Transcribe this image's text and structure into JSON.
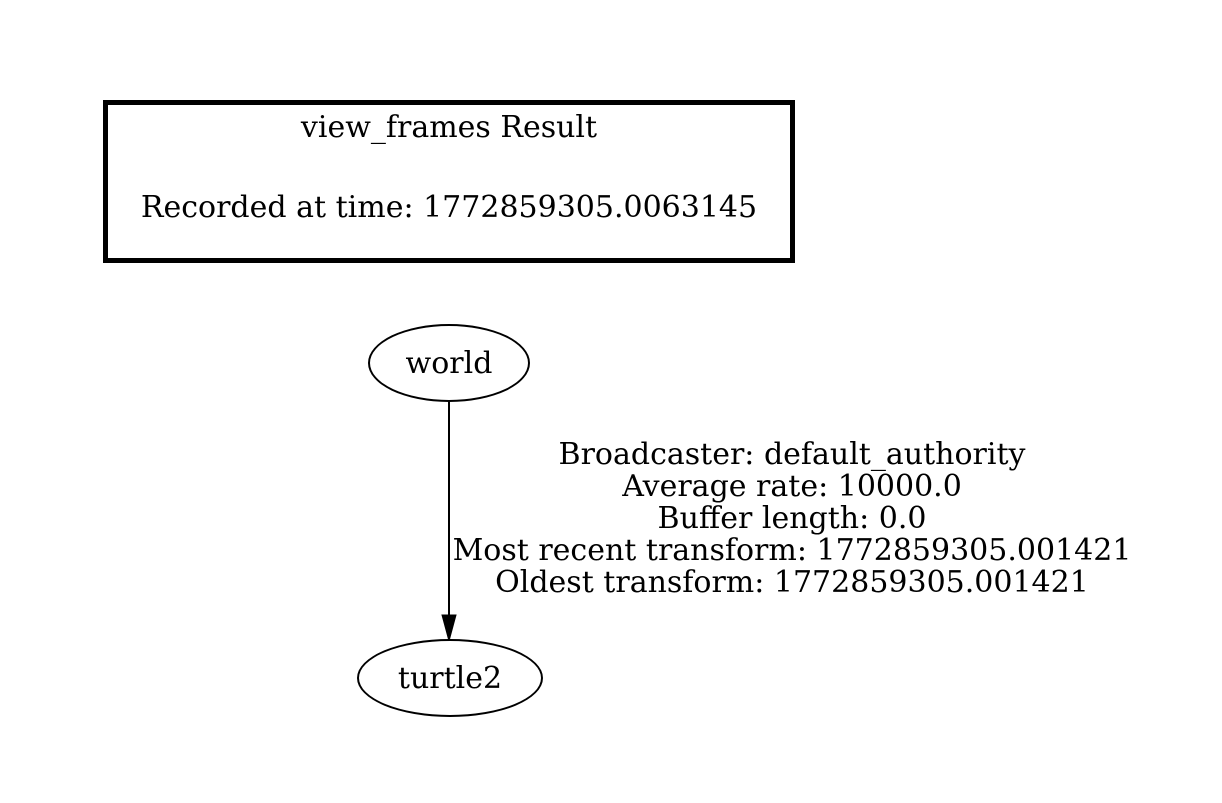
{
  "legend": {
    "title": "view_frames Result",
    "recorded": "Recorded at time: 1772859305.0063145"
  },
  "graph": {
    "nodes": [
      {
        "id": "world",
        "label": "world"
      },
      {
        "id": "turtle2",
        "label": "turtle2"
      }
    ],
    "edge": {
      "from": "world",
      "to": "turtle2",
      "label_lines": [
        "Broadcaster: default_authority",
        "Average rate: 10000.0",
        "Buffer length: 0.0",
        "Most recent transform: 1772859305.001421",
        "Oldest transform: 1772859305.001421"
      ]
    }
  },
  "colors": {
    "background": "#ffffff",
    "foreground": "#000000"
  }
}
